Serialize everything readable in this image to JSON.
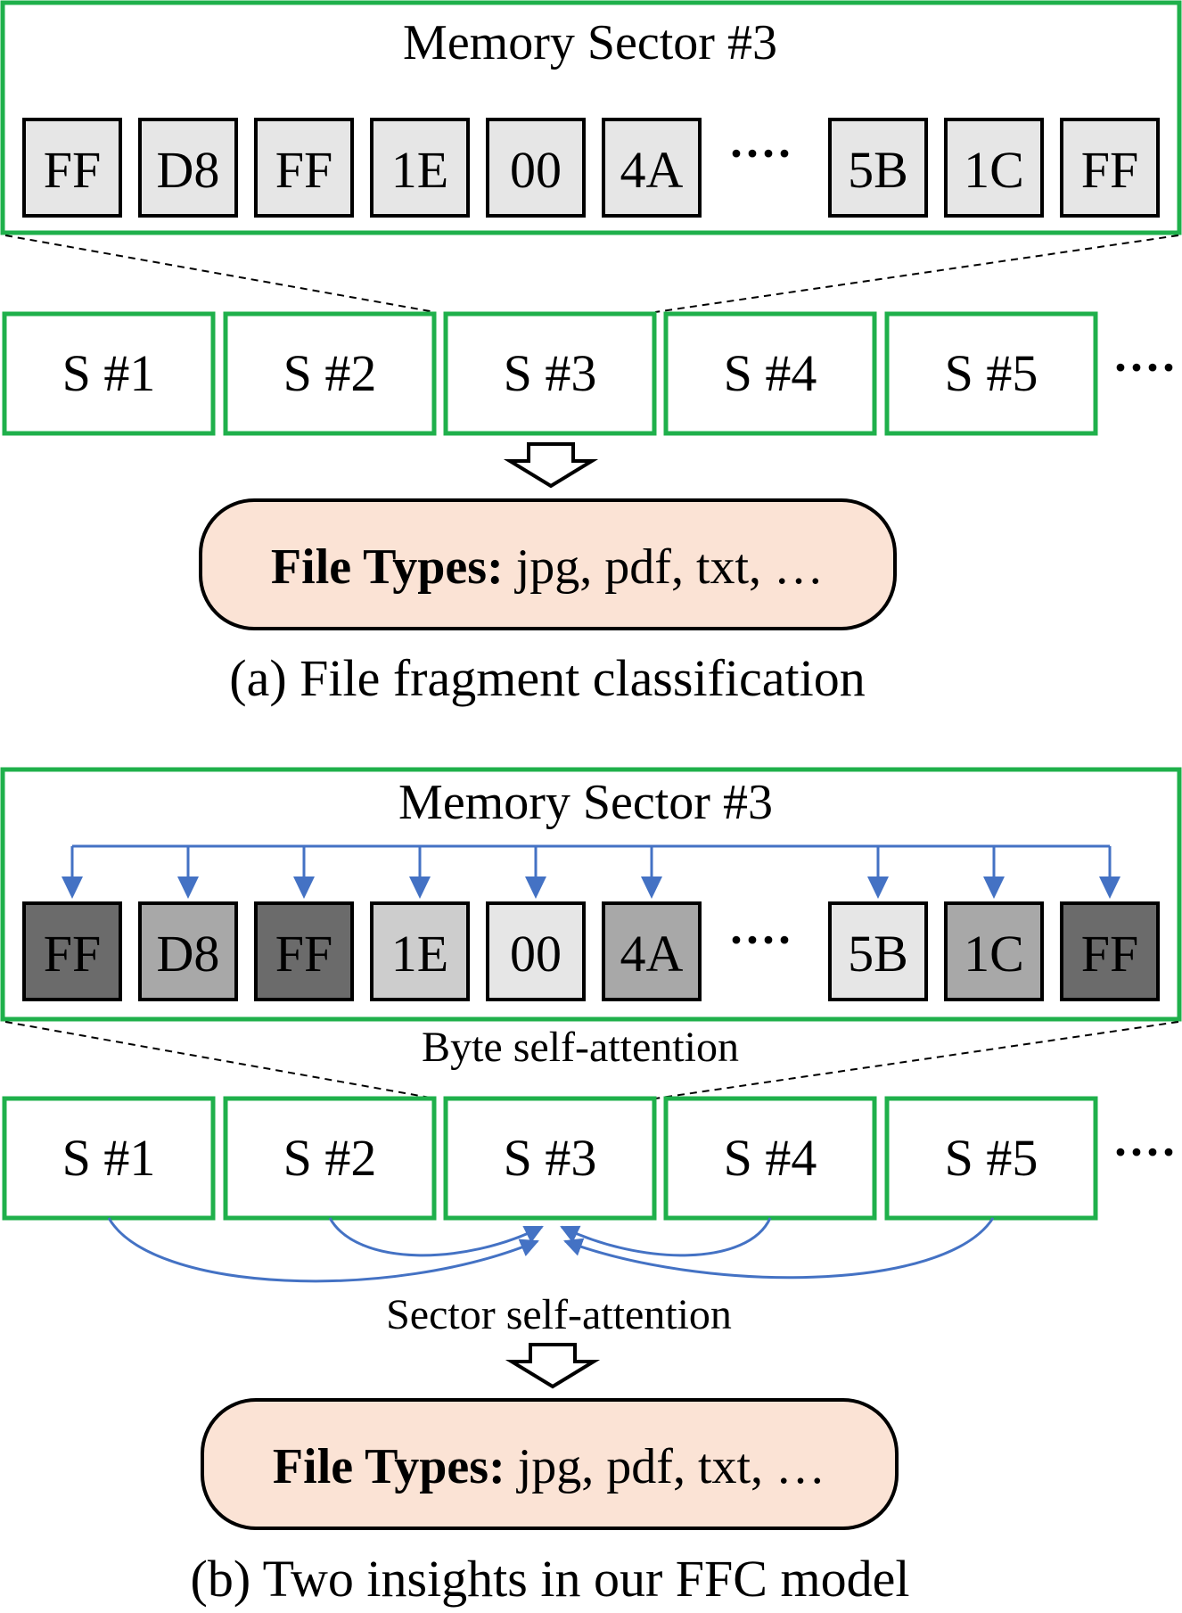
{
  "panel_a": {
    "sector_title": "Memory Sector #3",
    "bytes": [
      "FF",
      "D8",
      "FF",
      "1E",
      "00",
      "4A",
      "5B",
      "1C",
      "FF"
    ],
    "byte_ellipsis": "····",
    "sectors": [
      "S #1",
      "S #2",
      "S #3",
      "S #4",
      "S #5"
    ],
    "sector_ellipsis": "····",
    "output_bold": "File Types:",
    "output_rest": " jpg, pdf, txt, …",
    "caption": "(a) File fragment classification"
  },
  "panel_b": {
    "sector_title": "Memory Sector #3",
    "bytes": [
      "FF",
      "D8",
      "FF",
      "1E",
      "00",
      "4A",
      "5B",
      "1C",
      "FF"
    ],
    "byte_shades": [
      "#6b6b6b",
      "#a8a8a8",
      "#6b6b6b",
      "#cdcdcd",
      "#e6e6e6",
      "#a8a8a8",
      "#e6e6e6",
      "#a8a8a8",
      "#6b6b6b"
    ],
    "byte_ellipsis": "····",
    "byte_attention_label": "Byte self-attention",
    "sectors": [
      "S #1",
      "S #2",
      "S #3",
      "S #4",
      "S #5"
    ],
    "sector_ellipsis": "····",
    "sector_attention_label": "Sector self-attention",
    "output_bold": "File Types:",
    "output_rest": " jpg, pdf, txt, …",
    "caption": "(b) Two insights in our FFC model"
  },
  "colors": {
    "frame_green": "#1fb04b",
    "attention_blue": "#4472c4",
    "byte_fill_plain": "#e6e6e6",
    "output_fill": "#fbe3d5"
  }
}
